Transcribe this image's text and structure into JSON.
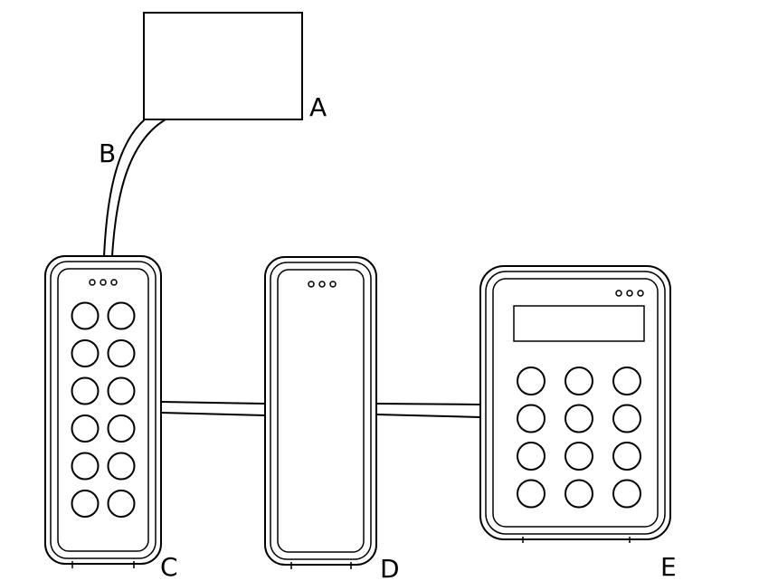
{
  "labels": {
    "a": "A",
    "b": "B",
    "c": "C",
    "d": "D",
    "e": "E"
  },
  "colors": {
    "line": "#000000",
    "background": "#ffffff"
  },
  "devices": {
    "c": {
      "indicator_dots": 3,
      "key_rows": 6,
      "key_cols": 2,
      "has_display": false
    },
    "d": {
      "indicator_dots": 3,
      "key_rows": 0,
      "key_cols": 0,
      "has_display": false
    },
    "e": {
      "indicator_dots": 3,
      "key_rows": 4,
      "key_cols": 3,
      "has_display": true
    }
  }
}
